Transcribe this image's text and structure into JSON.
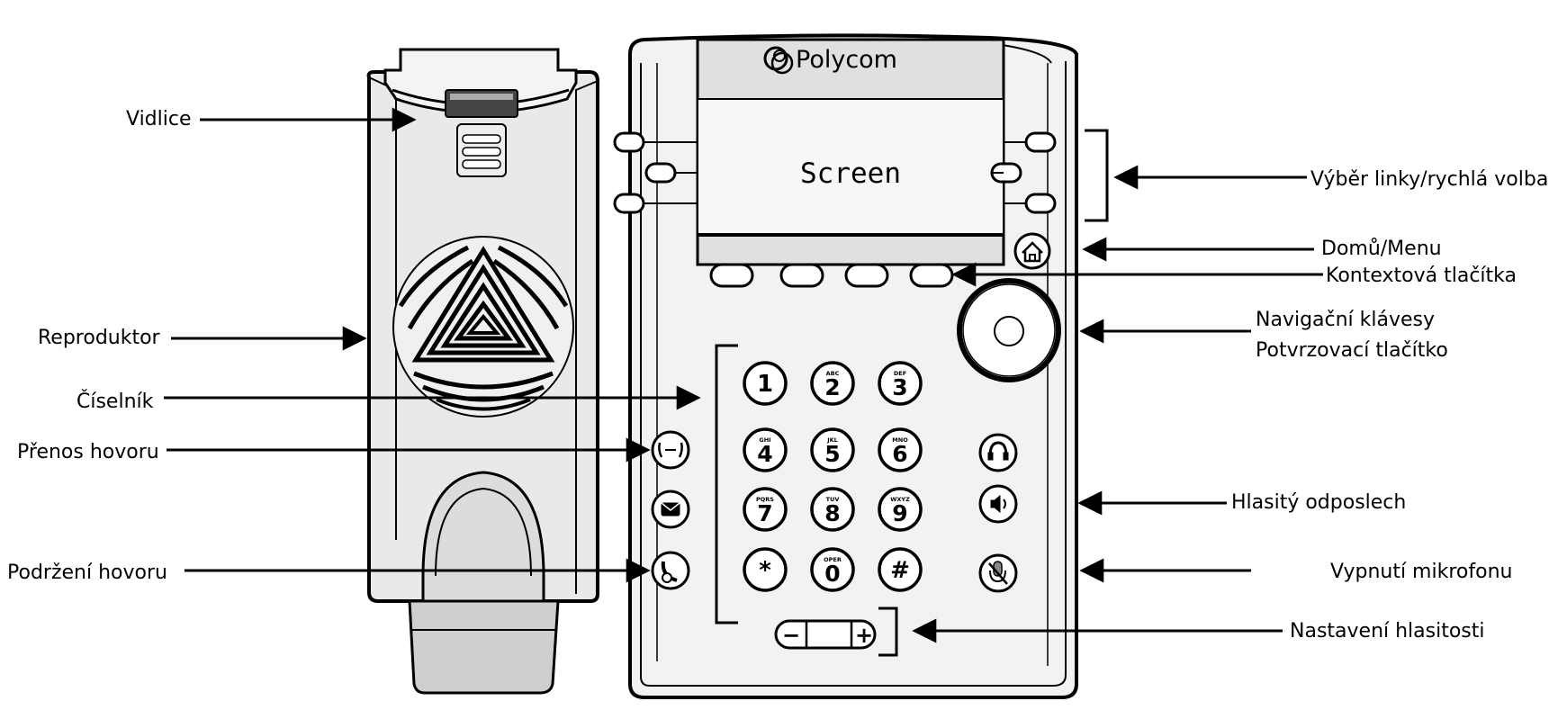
{
  "brand": "Polycom",
  "screen_label": "Screen",
  "keypad": [
    {
      "digit": "1",
      "letters": ""
    },
    {
      "digit": "2",
      "letters": "ABC"
    },
    {
      "digit": "3",
      "letters": "DEF"
    },
    {
      "digit": "4",
      "letters": "GHI"
    },
    {
      "digit": "5",
      "letters": "JKL"
    },
    {
      "digit": "6",
      "letters": "MNO"
    },
    {
      "digit": "7",
      "letters": "PQRS"
    },
    {
      "digit": "8",
      "letters": "TUV"
    },
    {
      "digit": "9",
      "letters": "WXYZ"
    },
    {
      "digit": "*",
      "letters": ""
    },
    {
      "digit": "0",
      "letters": "OPER"
    },
    {
      "digit": "#",
      "letters": ""
    }
  ],
  "volume_minus": "−",
  "volume_plus": "+",
  "labels": {
    "hookswitch": "Vidlice",
    "speaker": "Reproduktor",
    "dialpad": "Číselník",
    "transfer": "Přenos hovoru",
    "hold": "Podržení hovoru",
    "line_keys": "Výběr linky/rychlá volba",
    "home_menu": "Domů/Menu",
    "soft_keys": "Kontextová tlačítka",
    "nav_keys": "Navigační klávesy",
    "select_key": "Potvrzovací tlačítko",
    "speakerphone": "Hlasitý odposlech",
    "mute": "Vypnutí mikrofonu",
    "volume": "Nastavení hlasitosti"
  }
}
